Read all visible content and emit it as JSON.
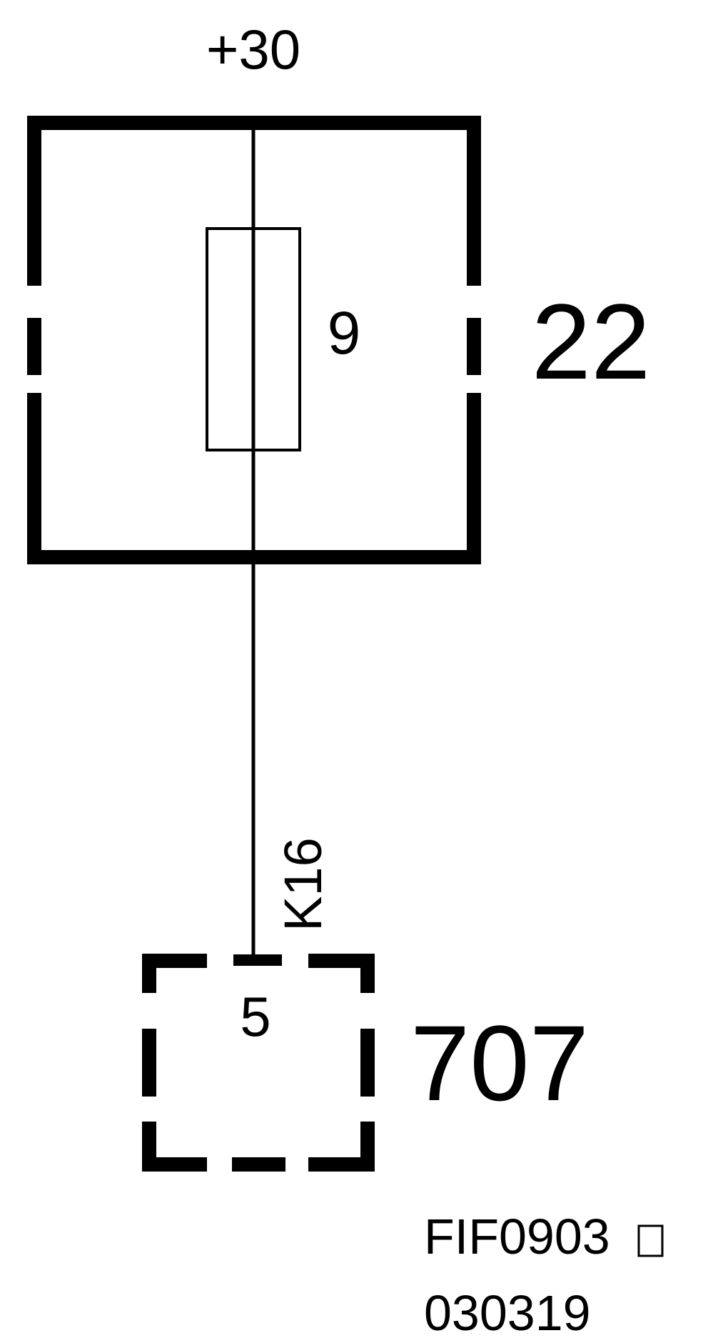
{
  "diagram": {
    "supply_label": "+30",
    "fuse_box": {
      "component_number": "22",
      "fuse_number": "9"
    },
    "wire": {
      "label": "K16"
    },
    "connector": {
      "component_number": "707",
      "pin_label": "5"
    },
    "reference": {
      "code": "FIF0903",
      "date": "030319"
    }
  },
  "colors": {
    "ink": "#000000",
    "background": "#ffffff"
  }
}
